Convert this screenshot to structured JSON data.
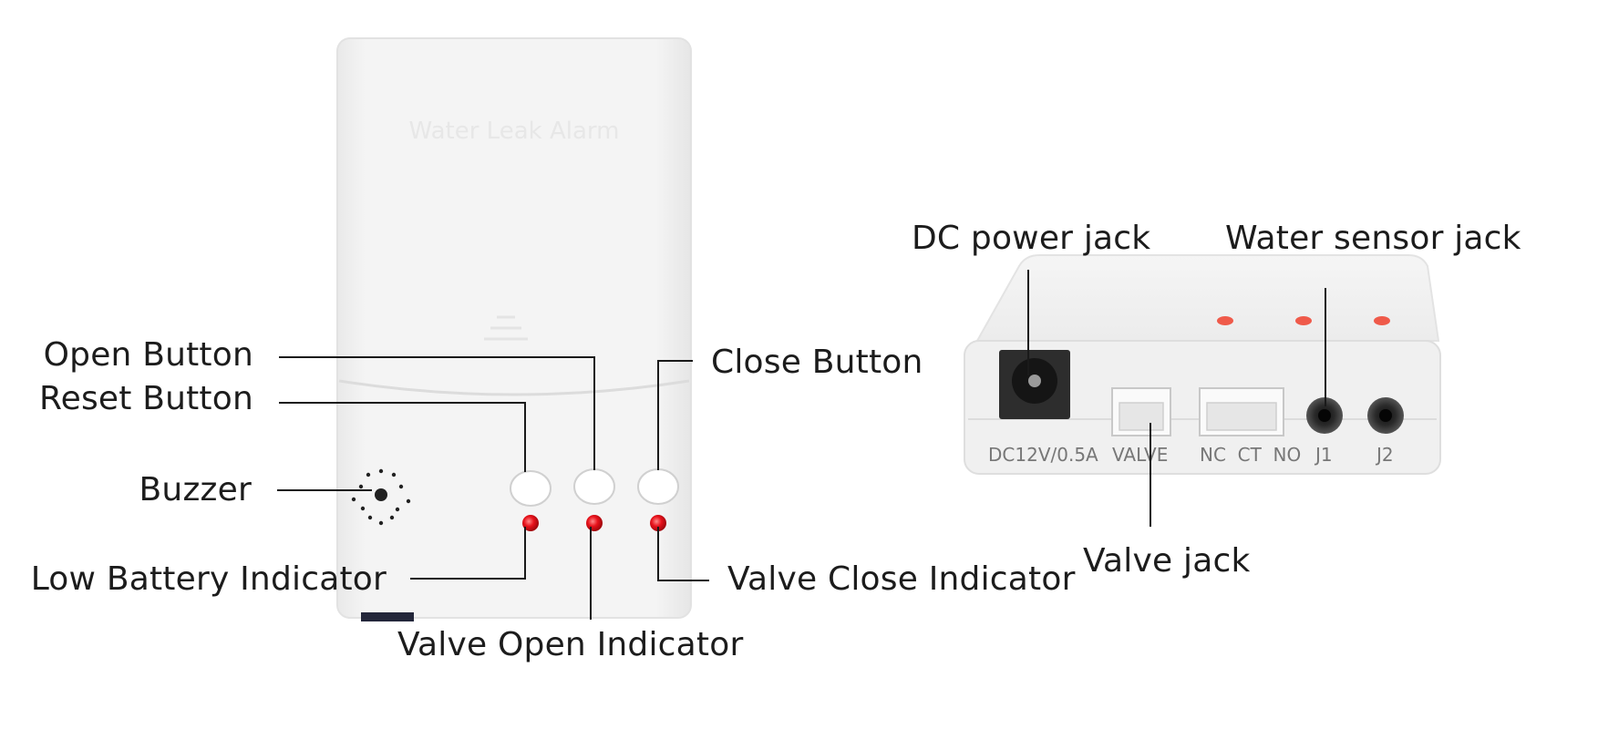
{
  "front_panel": {
    "device_text": "Water Leak Alarm"
  },
  "side_panel": {
    "port_labels": [
      "DC12V/0.5A",
      "VALVE",
      "NC  CT  NO",
      "J1",
      "J2"
    ]
  },
  "callouts": {
    "open_button": "Open Button",
    "reset_button": "Reset Button",
    "buzzer": "Buzzer",
    "low_battery_indicator": "Low Battery Indicator",
    "valve_open_indicator": "Valve Open Indicator",
    "close_button": "Close Button",
    "valve_close_indicator": "Valve Close Indicator",
    "dc_power_jack": "DC power jack",
    "water_sensor_jack": "Water sensor jack",
    "valve_jack": "Valve jack"
  },
  "colors": {
    "device_body": "#f1f1f1",
    "indicator_led": "#e8121b",
    "leader_line": "#1a1a1a"
  }
}
